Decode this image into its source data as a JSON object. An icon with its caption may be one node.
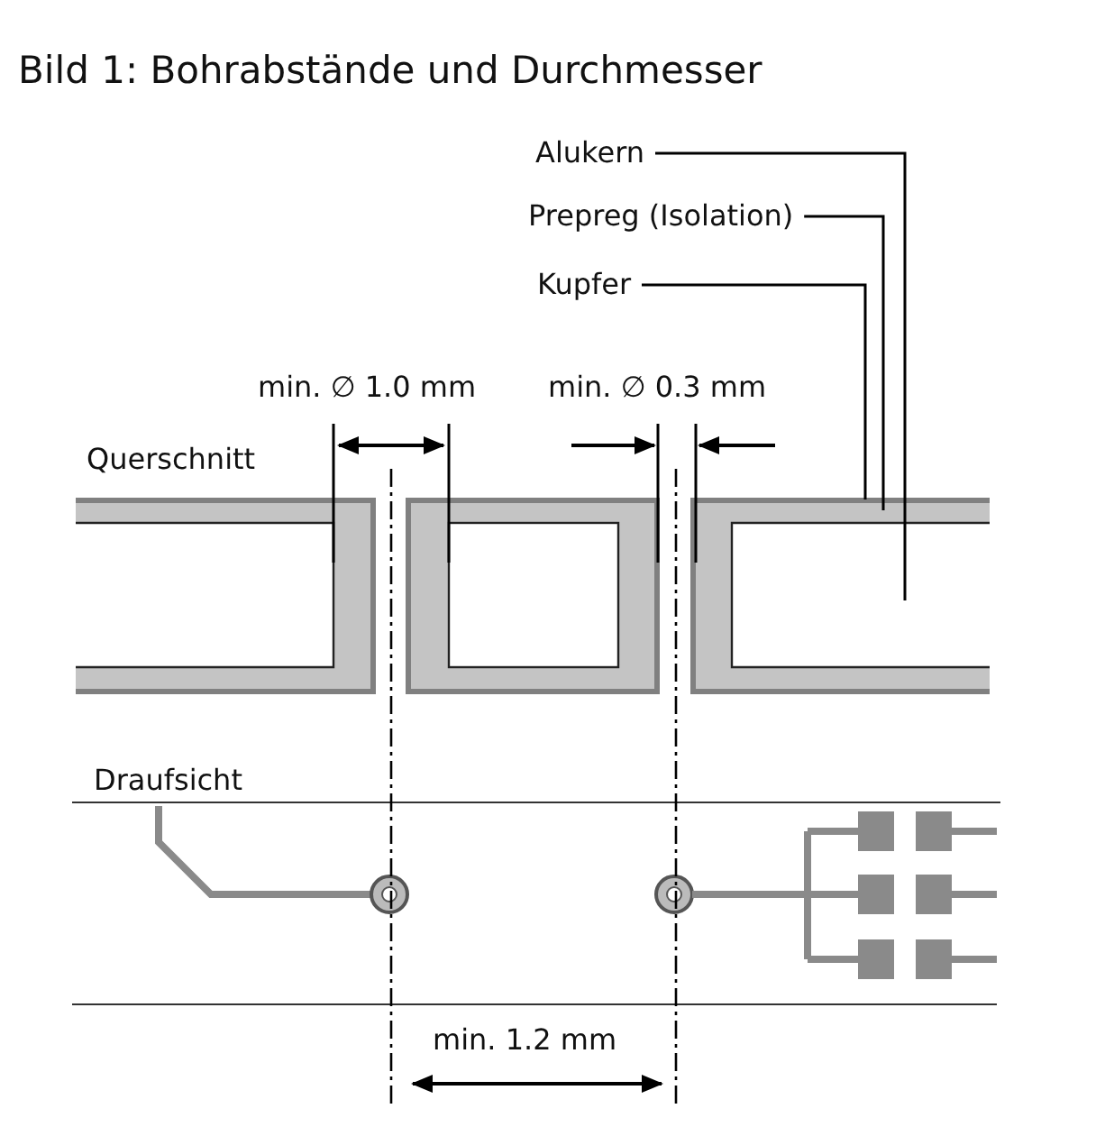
{
  "diagram": {
    "title": "Bild 1: Bohrabstände und Durchmesser",
    "nodes": [
      {
        "text": [
          "Alukern"
        ]
      },
      {
        "text": [
          "Prepreg (Isolation)"
        ]
      },
      {
        "text": [
          "Kupfer"
        ]
      },
      {
        "text": [],
        "shape": "bar"
      },
      {
        "text": [],
        "shape": "bar"
      },
      {
        "text": [],
        "shape": "box",
        "in": 4
      }
    ],
    "edges": [
      {
        "from": 0,
        "to": 5,
        "arrow": "none"
      },
      {
        "from": 1,
        "to": 4,
        "arrow": "none"
      },
      {
        "from": 2,
        "to": 3,
        "arrow": "none"
      }
    ],
    "labels": [
      "min. ∅ 1.0 mm",
      "min. ∅ 0.3 mm",
      "Querschnitt",
      "Draufsicht",
      "min. 1.2 mm"
    ]
  }
}
